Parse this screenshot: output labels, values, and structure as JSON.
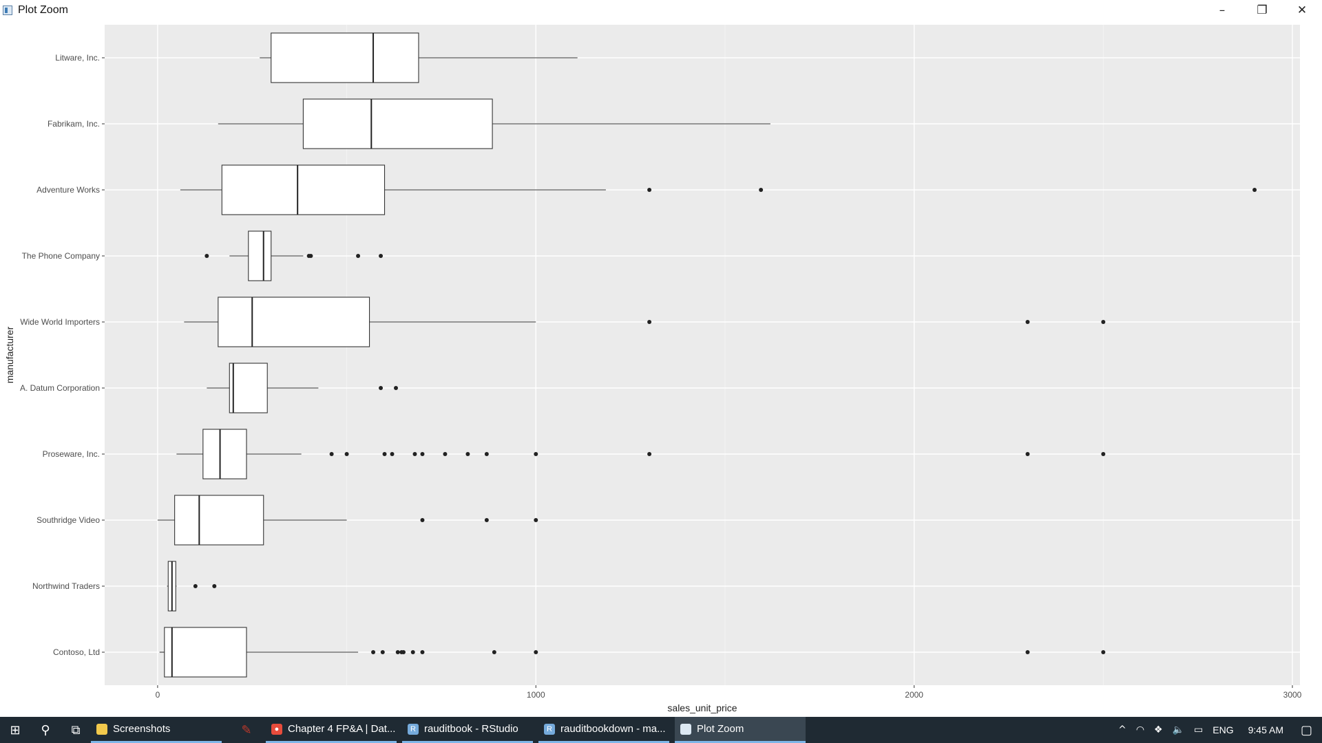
{
  "window": {
    "title": "Plot Zoom",
    "minimize_glyph": "–",
    "restore_glyph": "❐",
    "close_glyph": "✕"
  },
  "chart_data": {
    "type": "boxplot",
    "orientation": "horizontal",
    "xlabel": "sales_unit_price",
    "ylabel": "manufacturer",
    "xlim": [
      -140,
      3020
    ],
    "x_ticks": [
      0,
      1000,
      2000,
      3000
    ],
    "x_minor_ticks": [
      500,
      1500,
      2500
    ],
    "grid": true,
    "panel_background": "#ebebeb",
    "categories": [
      {
        "name": "Litware, Inc.",
        "whisker_low": 270,
        "q1": 300,
        "median": 570,
        "q3": 690,
        "whisker_high": 1110,
        "outliers": []
      },
      {
        "name": "Fabrikam, Inc.",
        "whisker_low": 160,
        "q1": 385,
        "median": 565,
        "q3": 885,
        "whisker_high": 1620,
        "outliers": []
      },
      {
        "name": "Adventure Works",
        "whisker_low": 60,
        "q1": 170,
        "median": 370,
        "q3": 600,
        "whisker_high": 1185,
        "outliers": [
          1300,
          1595,
          2900
        ]
      },
      {
        "name": "The Phone Company",
        "whisker_low": 190,
        "q1": 240,
        "median": 280,
        "q3": 300,
        "whisker_high": 385,
        "outliers": [
          130,
          400,
          405,
          530,
          590
        ]
      },
      {
        "name": "Wide World Importers",
        "whisker_low": 70,
        "q1": 160,
        "median": 250,
        "q3": 560,
        "whisker_high": 1000,
        "outliers": [
          1300,
          2300,
          2500
        ]
      },
      {
        "name": "A. Datum Corporation",
        "whisker_low": 130,
        "q1": 190,
        "median": 200,
        "q3": 290,
        "whisker_high": 425,
        "outliers": [
          590,
          630
        ]
      },
      {
        "name": "Proseware, Inc.",
        "whisker_low": 50,
        "q1": 120,
        "median": 165,
        "q3": 235,
        "whisker_high": 380,
        "outliers": [
          460,
          500,
          600,
          620,
          680,
          700,
          760,
          820,
          870,
          1000,
          1300,
          2300,
          2500
        ]
      },
      {
        "name": "Southridge Video",
        "whisker_low": 0,
        "q1": 45,
        "median": 110,
        "q3": 280,
        "whisker_high": 500,
        "outliers": [
          700,
          870,
          1000
        ]
      },
      {
        "name": "Northwind Traders",
        "whisker_low": 25,
        "q1": 28,
        "median": 38,
        "q3": 48,
        "whisker_high": 50,
        "outliers": [
          100,
          150
        ]
      },
      {
        "name": "Contoso, Ltd",
        "whisker_low": 5,
        "q1": 18,
        "median": 38,
        "q3": 235,
        "whisker_high": 530,
        "outliers": [
          570,
          595,
          635,
          645,
          650,
          675,
          700,
          890,
          1000,
          2300,
          2500
        ]
      }
    ]
  },
  "taskbar": {
    "start_glyph": "⊞",
    "search_glyph": "⚲",
    "taskview_glyph": "⧉",
    "apps": [
      {
        "label": "Screenshots",
        "icon_color": "#f2c94c",
        "icon_glyph": ""
      },
      {
        "label": "",
        "icon_color": "#c0392b",
        "icon_glyph": "✎",
        "icon_only": true
      },
      {
        "label": "Chapter 4 FP&A | Dat...",
        "icon_color": "#e74c3c",
        "icon_glyph": "●"
      },
      {
        "label": "rauditbook - RStudio",
        "icon_color": "#75aadb",
        "icon_glyph": "R"
      },
      {
        "label": "rauditbookdown - ma...",
        "icon_color": "#75aadb",
        "icon_glyph": "R"
      },
      {
        "label": "Plot Zoom",
        "icon_color": "#dce8f3",
        "icon_glyph": "",
        "active": true
      }
    ],
    "tray": {
      "chevron_glyph": "^",
      "wifi_glyph": "◠",
      "dropbox_glyph": "❖",
      "volume_glyph": "🔈",
      "battery_glyph": "▭",
      "language": "ENG",
      "time": "9:45 AM",
      "notification_glyph": "▢"
    }
  }
}
